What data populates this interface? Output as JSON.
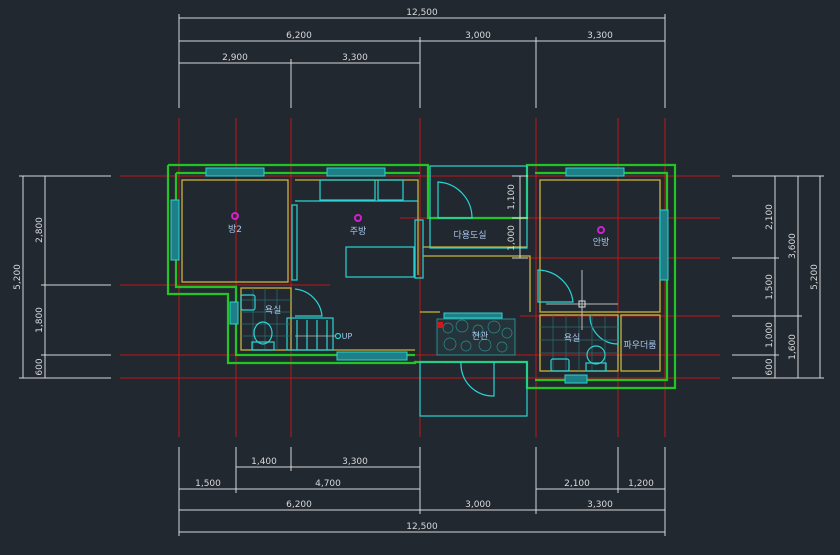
{
  "drawing": {
    "rooms": {
      "bedroom2": "방2",
      "kitchen": "주방",
      "bath1": "욕실",
      "stairs_up": "UP",
      "utility": "다용도실",
      "master": "안방",
      "entrance": "현관",
      "bath2": "욕실",
      "powder": "파우더룸"
    },
    "dims_top": {
      "total": "12,500",
      "row2": [
        "6,200",
        "3,000",
        "3,300"
      ],
      "row3": [
        "2,900",
        "3,300"
      ]
    },
    "dims_bottom": {
      "row1": [
        "1,400",
        "3,300"
      ],
      "row2": [
        "1,500",
        "4,700",
        "2,100",
        "1,200"
      ],
      "row3": [
        "6,200",
        "3,000",
        "3,300"
      ],
      "total": "12,500"
    },
    "dims_left": {
      "total": "5,200",
      "parts": [
        "2,800",
        "1,800",
        "600"
      ]
    },
    "dims_right": {
      "parts": [
        "2,100",
        "1,500",
        "1,000",
        "600"
      ],
      "mid": [
        "3,600",
        "1,600"
      ],
      "total": "5,200"
    },
    "dims_inner": [
      "1,100",
      "1,000"
    ],
    "colors": {
      "background": "#212830",
      "wall": "#22c522",
      "finish": "#c8b43c",
      "fixture": "#2ad4d4",
      "grid": "#c01818",
      "dimension": "#d8d8d8"
    }
  }
}
